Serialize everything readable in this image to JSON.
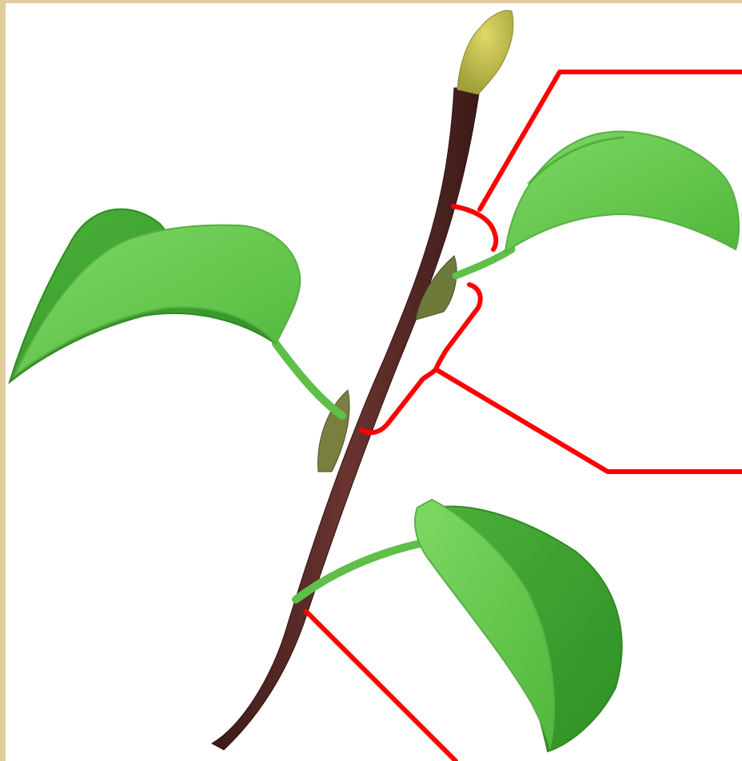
{
  "figure": {
    "subject": "plant-stem-with-leaves",
    "background_color": "#ffffff",
    "frame_color": "#e2cc9c",
    "stem_color": "#5a2a26",
    "bud_color": "#c9c24a",
    "leaf_light_color": "#6fcf57",
    "leaf_dark_color": "#3ea52f",
    "callout_color": "#ff0000"
  },
  "callouts": [
    {
      "id": "upper-bracket-callout",
      "labels_shown": false
    },
    {
      "id": "middle-bracket-callout",
      "labels_shown": false
    },
    {
      "id": "lower-line-callout",
      "labels_shown": false
    }
  ]
}
